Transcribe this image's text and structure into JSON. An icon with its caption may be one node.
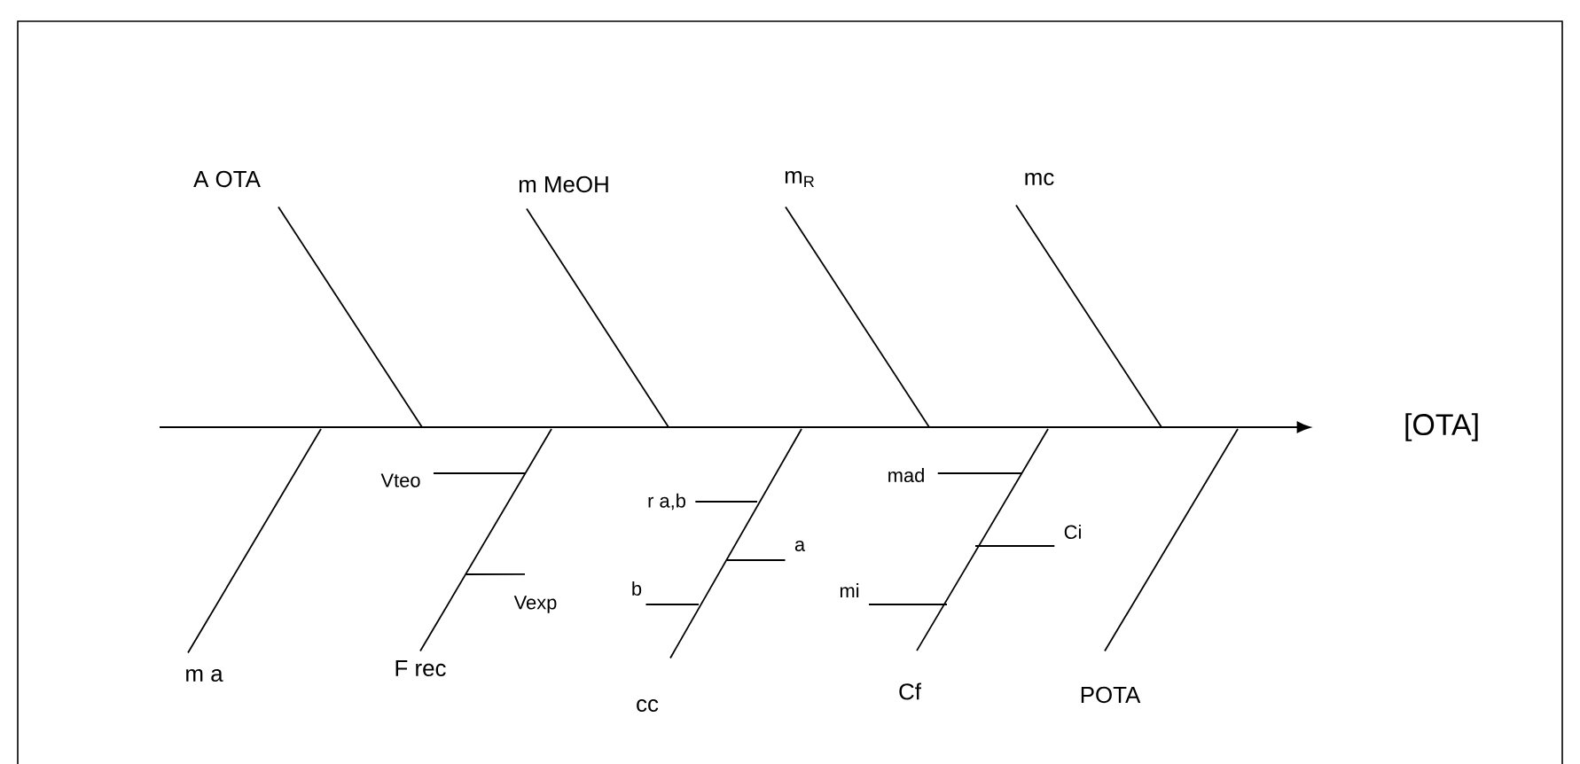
{
  "diagram": {
    "nodes": [
      {
        "text": [
          "A OTA"
        ]
      },
      {
        "text": [
          "m MeOH"
        ]
      },
      {
        "text": [
          "m$_{R}$"
        ]
      },
      {
        "text": [
          "mc"
        ]
      },
      {
        "text": [
          "[OTA]"
        ]
      },
      {
        "text": [
          "mad"
        ]
      },
      {
        "text": [
          "Vteo"
        ]
      },
      {
        "text": [
          "r a,b"
        ]
      },
      {
        "text": [
          "Ci"
        ]
      },
      {
        "text": [
          "a"
        ]
      },
      {
        "text": [
          "b"
        ]
      },
      {
        "text": [
          "mi"
        ]
      },
      {
        "text": [
          "Vexp"
        ]
      },
      {
        "text": [
          "m a"
        ]
      },
      {
        "text": [
          "F rec"
        ]
      },
      {
        "text": [
          "Cf"
        ]
      },
      {
        "text": [
          "POTA"
        ]
      },
      {
        "text": [
          "cc"
        ]
      }
    ],
    "edges": [
      {
        "from": null,
        "to": 4,
        "arrow": "to"
      },
      {
        "from": 0,
        "to": null,
        "arrow": "none"
      },
      {
        "from": 1,
        "to": null,
        "arrow": "none"
      },
      {
        "from": 2,
        "to": null,
        "arrow": "none"
      },
      {
        "from": 3,
        "to": null,
        "arrow": "none"
      },
      {
        "from": 13,
        "to": null,
        "arrow": "none"
      },
      {
        "from": 14,
        "to": null,
        "arrow": "none"
      },
      {
        "from": 17,
        "to": null,
        "arrow": "none"
      },
      {
        "from": 15,
        "to": null,
        "arrow": "none"
      },
      {
        "from": 16,
        "to": null,
        "arrow": "none"
      },
      {
        "from": 6,
        "to": null,
        "arrow": "none"
      },
      {
        "from": 12,
        "to": null,
        "arrow": "none"
      },
      {
        "from": 7,
        "to": null,
        "arrow": "none"
      },
      {
        "from": 9,
        "to": null,
        "arrow": "none"
      },
      {
        "from": 10,
        "to": null,
        "arrow": "none"
      },
      {
        "from": 5,
        "to": null,
        "arrow": "none"
      },
      {
        "from": 8,
        "to": null,
        "arrow": "none"
      },
      {
        "from": 11,
        "to": null,
        "arrow": "none"
      }
    ]
  }
}
